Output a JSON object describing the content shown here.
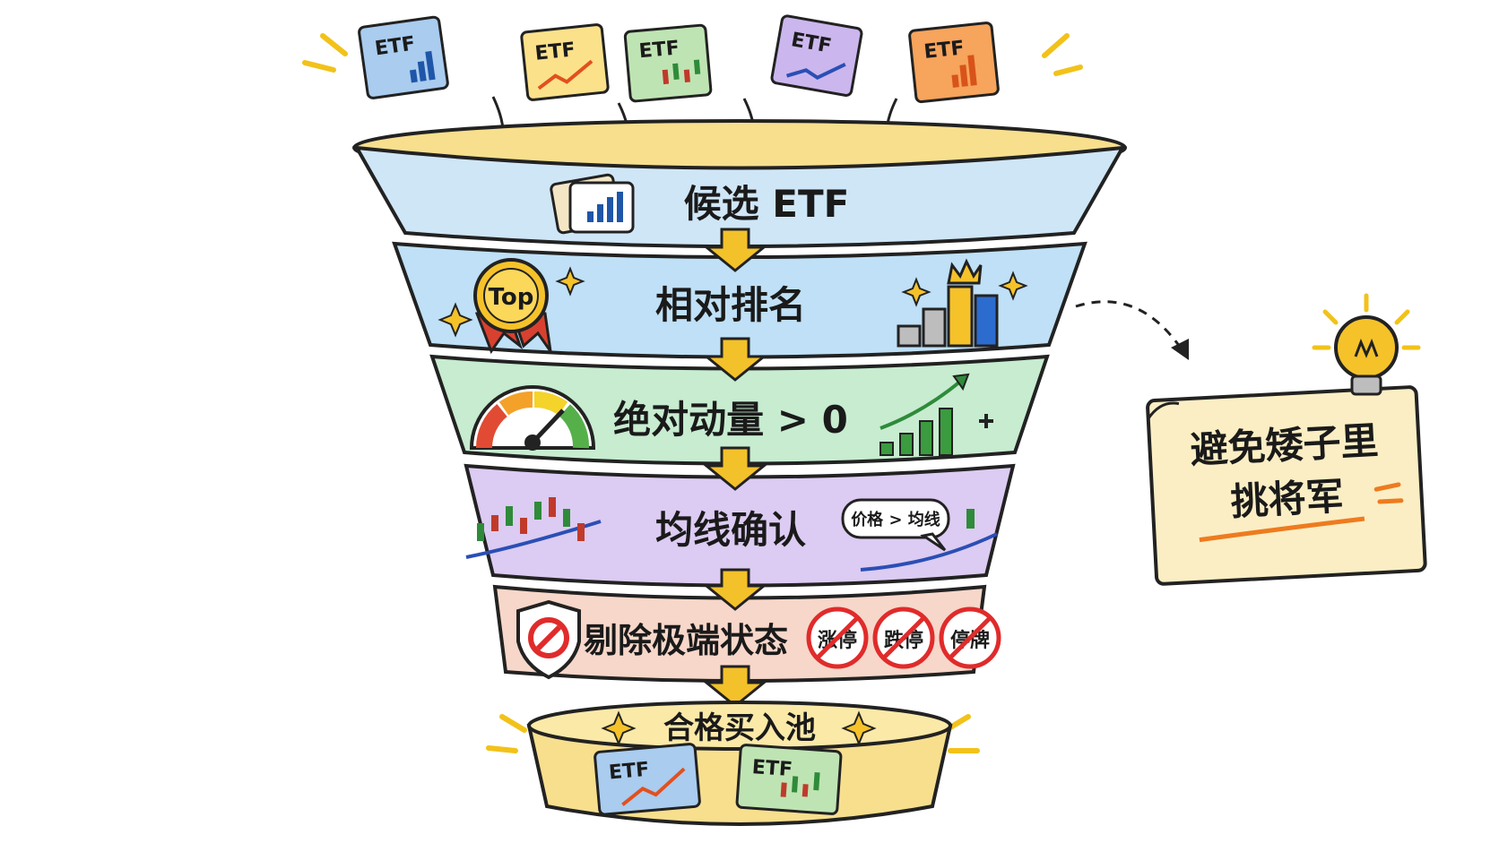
{
  "top_tickets": [
    "ETF",
    "ETF",
    "ETF",
    "ETF",
    "ETF"
  ],
  "stages": [
    {
      "label": "候选 ETF",
      "color": "#cfe6f7"
    },
    {
      "label": "相对排名",
      "color": "#bfe0f6"
    },
    {
      "label": "绝对动量 > 0",
      "color": "#c7ecd0"
    },
    {
      "label": "均线确认",
      "color": "#dccbf2"
    },
    {
      "label": "剔除极端状态",
      "color": "#f7d7c9"
    }
  ],
  "top_badge": "Top",
  "speech_bubble": "价格 > 均线",
  "excluded_states": [
    "涨停",
    "跌停",
    "停牌"
  ],
  "pool": {
    "label": "合格买入池",
    "tickets": [
      "ETF",
      "ETF"
    ]
  },
  "note": {
    "line1": "避免矮子里",
    "line2": "挑将军"
  }
}
